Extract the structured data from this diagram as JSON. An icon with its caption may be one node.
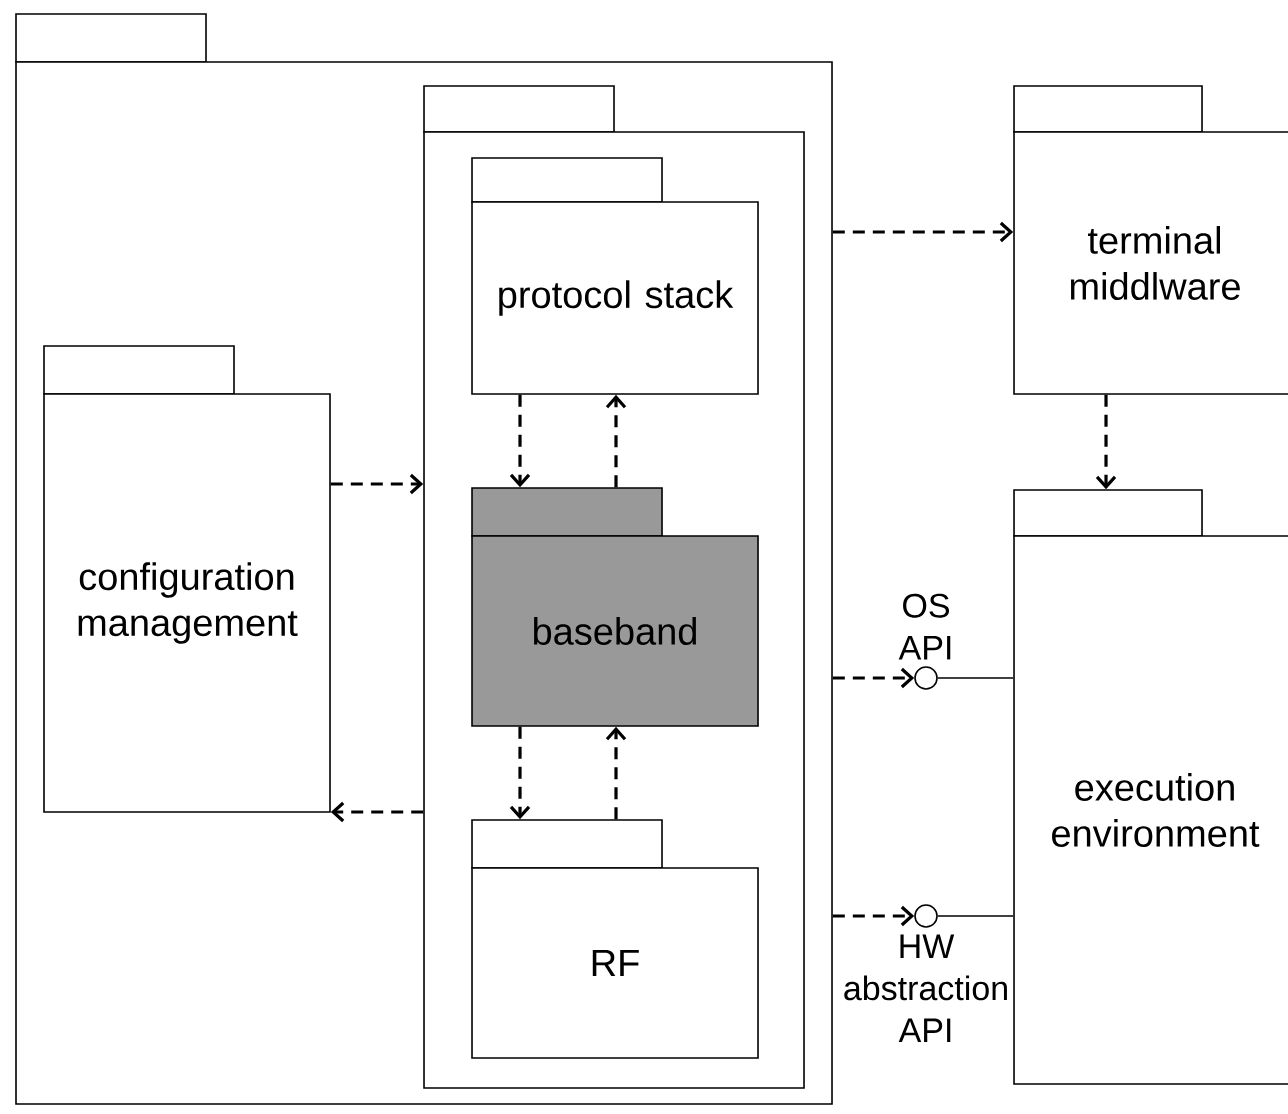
{
  "diagram": {
    "nodes": [
      {
        "text": [],
        "shape": "box"
      },
      {
        "text": [
          "configuration management"
        ],
        "in": 0
      },
      {
        "text": [],
        "shape": "box",
        "in": 0
      },
      {
        "text": [
          "protocol stack"
        ],
        "in": 2
      },
      {
        "text": [
          "baseband"
        ],
        "in": 2
      },
      {
        "text": [
          "RF"
        ],
        "in": 2
      },
      {
        "text": [
          "terminal middlware"
        ]
      },
      {
        "text": [
          "execution environment"
        ]
      },
      {
        "text": [],
        "shape": "circle",
        "beside": [
          "OS API"
        ]
      },
      {
        "text": [],
        "shape": "circle",
        "beside": [
          "HW abstraction API"
        ]
      }
    ],
    "edges": [
      {
        "from": 0,
        "to": 6,
        "arrow": "to",
        "style": "dashed"
      },
      {
        "from": 6,
        "to": 7,
        "arrow": "to",
        "style": "dashed"
      },
      {
        "from": 1,
        "to": 2,
        "arrow": "to",
        "style": "dashed"
      },
      {
        "from": 2,
        "to": 1,
        "arrow": "to",
        "style": "dashed"
      },
      {
        "from": 3,
        "to": 4,
        "arrow": "to",
        "style": "dashed"
      },
      {
        "from": 4,
        "to": 3,
        "arrow": "to",
        "style": "dashed"
      },
      {
        "from": 4,
        "to": 5,
        "arrow": "to",
        "style": "dashed"
      },
      {
        "from": 5,
        "to": 4,
        "arrow": "to",
        "style": "dashed"
      },
      {
        "from": 0,
        "to": 8,
        "arrow": "to",
        "style": "dashed"
      },
      {
        "from": 0,
        "to": 9,
        "arrow": "to",
        "style": "dashed"
      },
      {
        "from": 8,
        "to": 7,
        "arrow": "none"
      },
      {
        "from": 9,
        "to": 7,
        "arrow": "none"
      }
    ]
  }
}
